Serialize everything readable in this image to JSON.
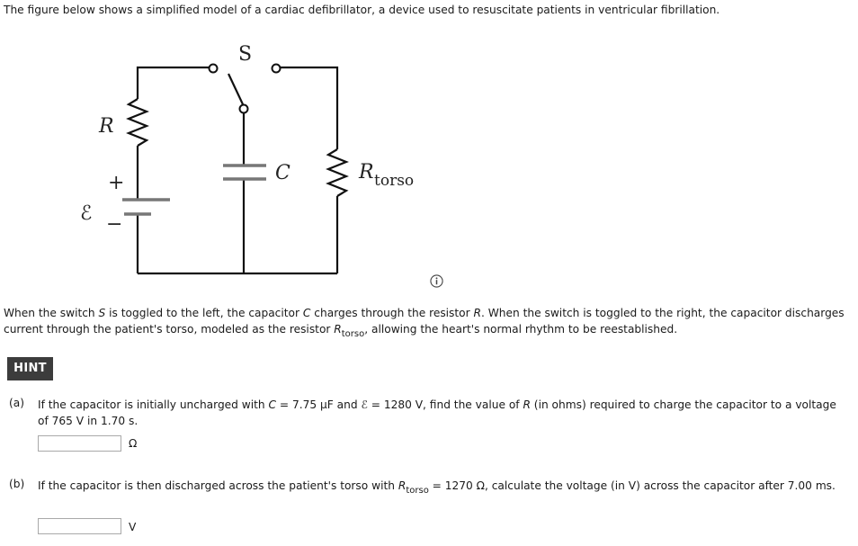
{
  "intro": "The figure below shows a simplified model of a cardiac defibrillator, a device used to resuscitate patients in ventricular fibrillation.",
  "figure": {
    "switch_label": "S",
    "resistor_label": "R",
    "capacitor_label": "C",
    "torso_label": "R",
    "torso_subscript": "torso",
    "emf_label": "ℰ",
    "plus": "+",
    "minus": "−"
  },
  "description": {
    "p1": "When the switch ",
    "s": "S",
    "p2": " is toggled to the left, the capacitor ",
    "c": "C",
    "p3": " charges through the resistor ",
    "r": "R",
    "p4": ". When the switch is toggled to the right, the capacitor discharges current through the patient's torso, modeled as the resistor ",
    "rt": "R",
    "rt_sub": "torso",
    "p5": ", allowing the heart's normal rhythm to be reestablished."
  },
  "hint_label": "HINT",
  "part_a": {
    "label": "(a)",
    "t1": "If the capacitor is initially uncharged with ",
    "c": "C",
    "t2": " = 7.75 µF and ",
    "emf": "ℰ",
    "t3": " = 1280 V, find the value of ",
    "r": "R",
    "t4": " (in ohms) required to charge the capacitor to a voltage of 765 V in 1.70 s.",
    "answer": "",
    "unit": "Ω"
  },
  "part_b": {
    "label": "(b)",
    "t1": "If the capacitor is then discharged across the patient's torso with ",
    "r": "R",
    "r_sub": "torso",
    "t2": " = 1270 Ω, calculate the voltage (in V) across the capacitor after 7.00 ms.",
    "answer": "",
    "unit": "V"
  }
}
